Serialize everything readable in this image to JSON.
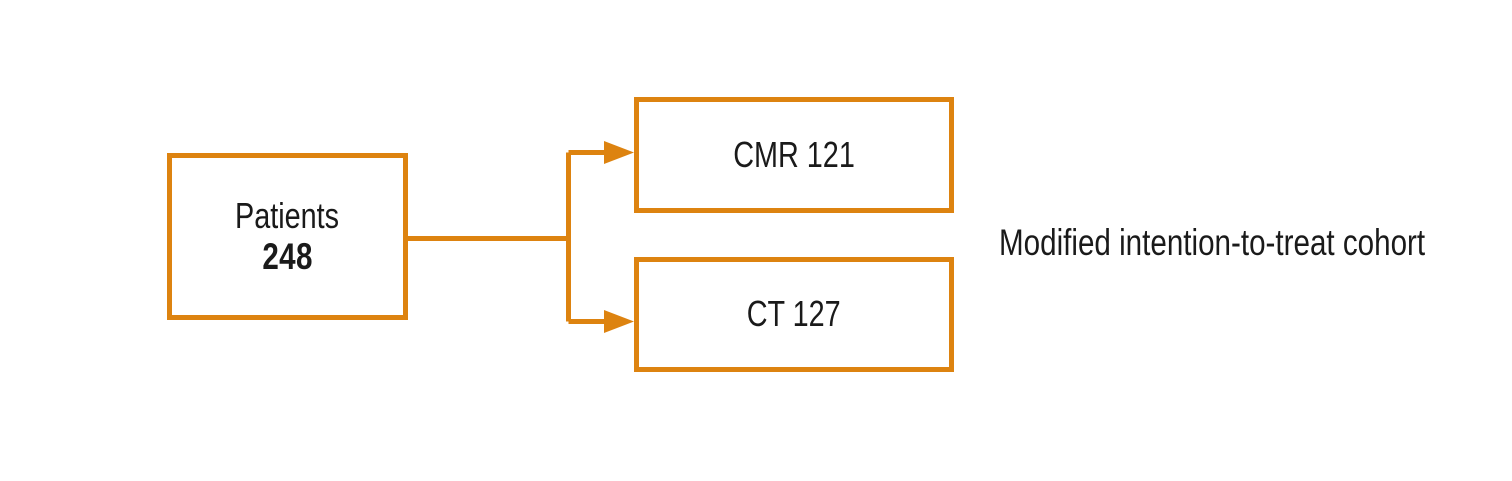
{
  "diagram": {
    "type": "flowchart",
    "orientation": "left-to-right",
    "accent_color": "#dd8310",
    "text_color": "#1a1a1a",
    "background_color": "#ffffff",
    "root": {
      "label": "Patients",
      "count": "248"
    },
    "branches": [
      {
        "id": "cmr",
        "label": "CMR 121",
        "modality": "CMR",
        "count": "121"
      },
      {
        "id": "ct",
        "label": "CT 127",
        "modality": "CT",
        "count": "127"
      }
    ],
    "caption": "Modified intention-to-treat cohort"
  }
}
